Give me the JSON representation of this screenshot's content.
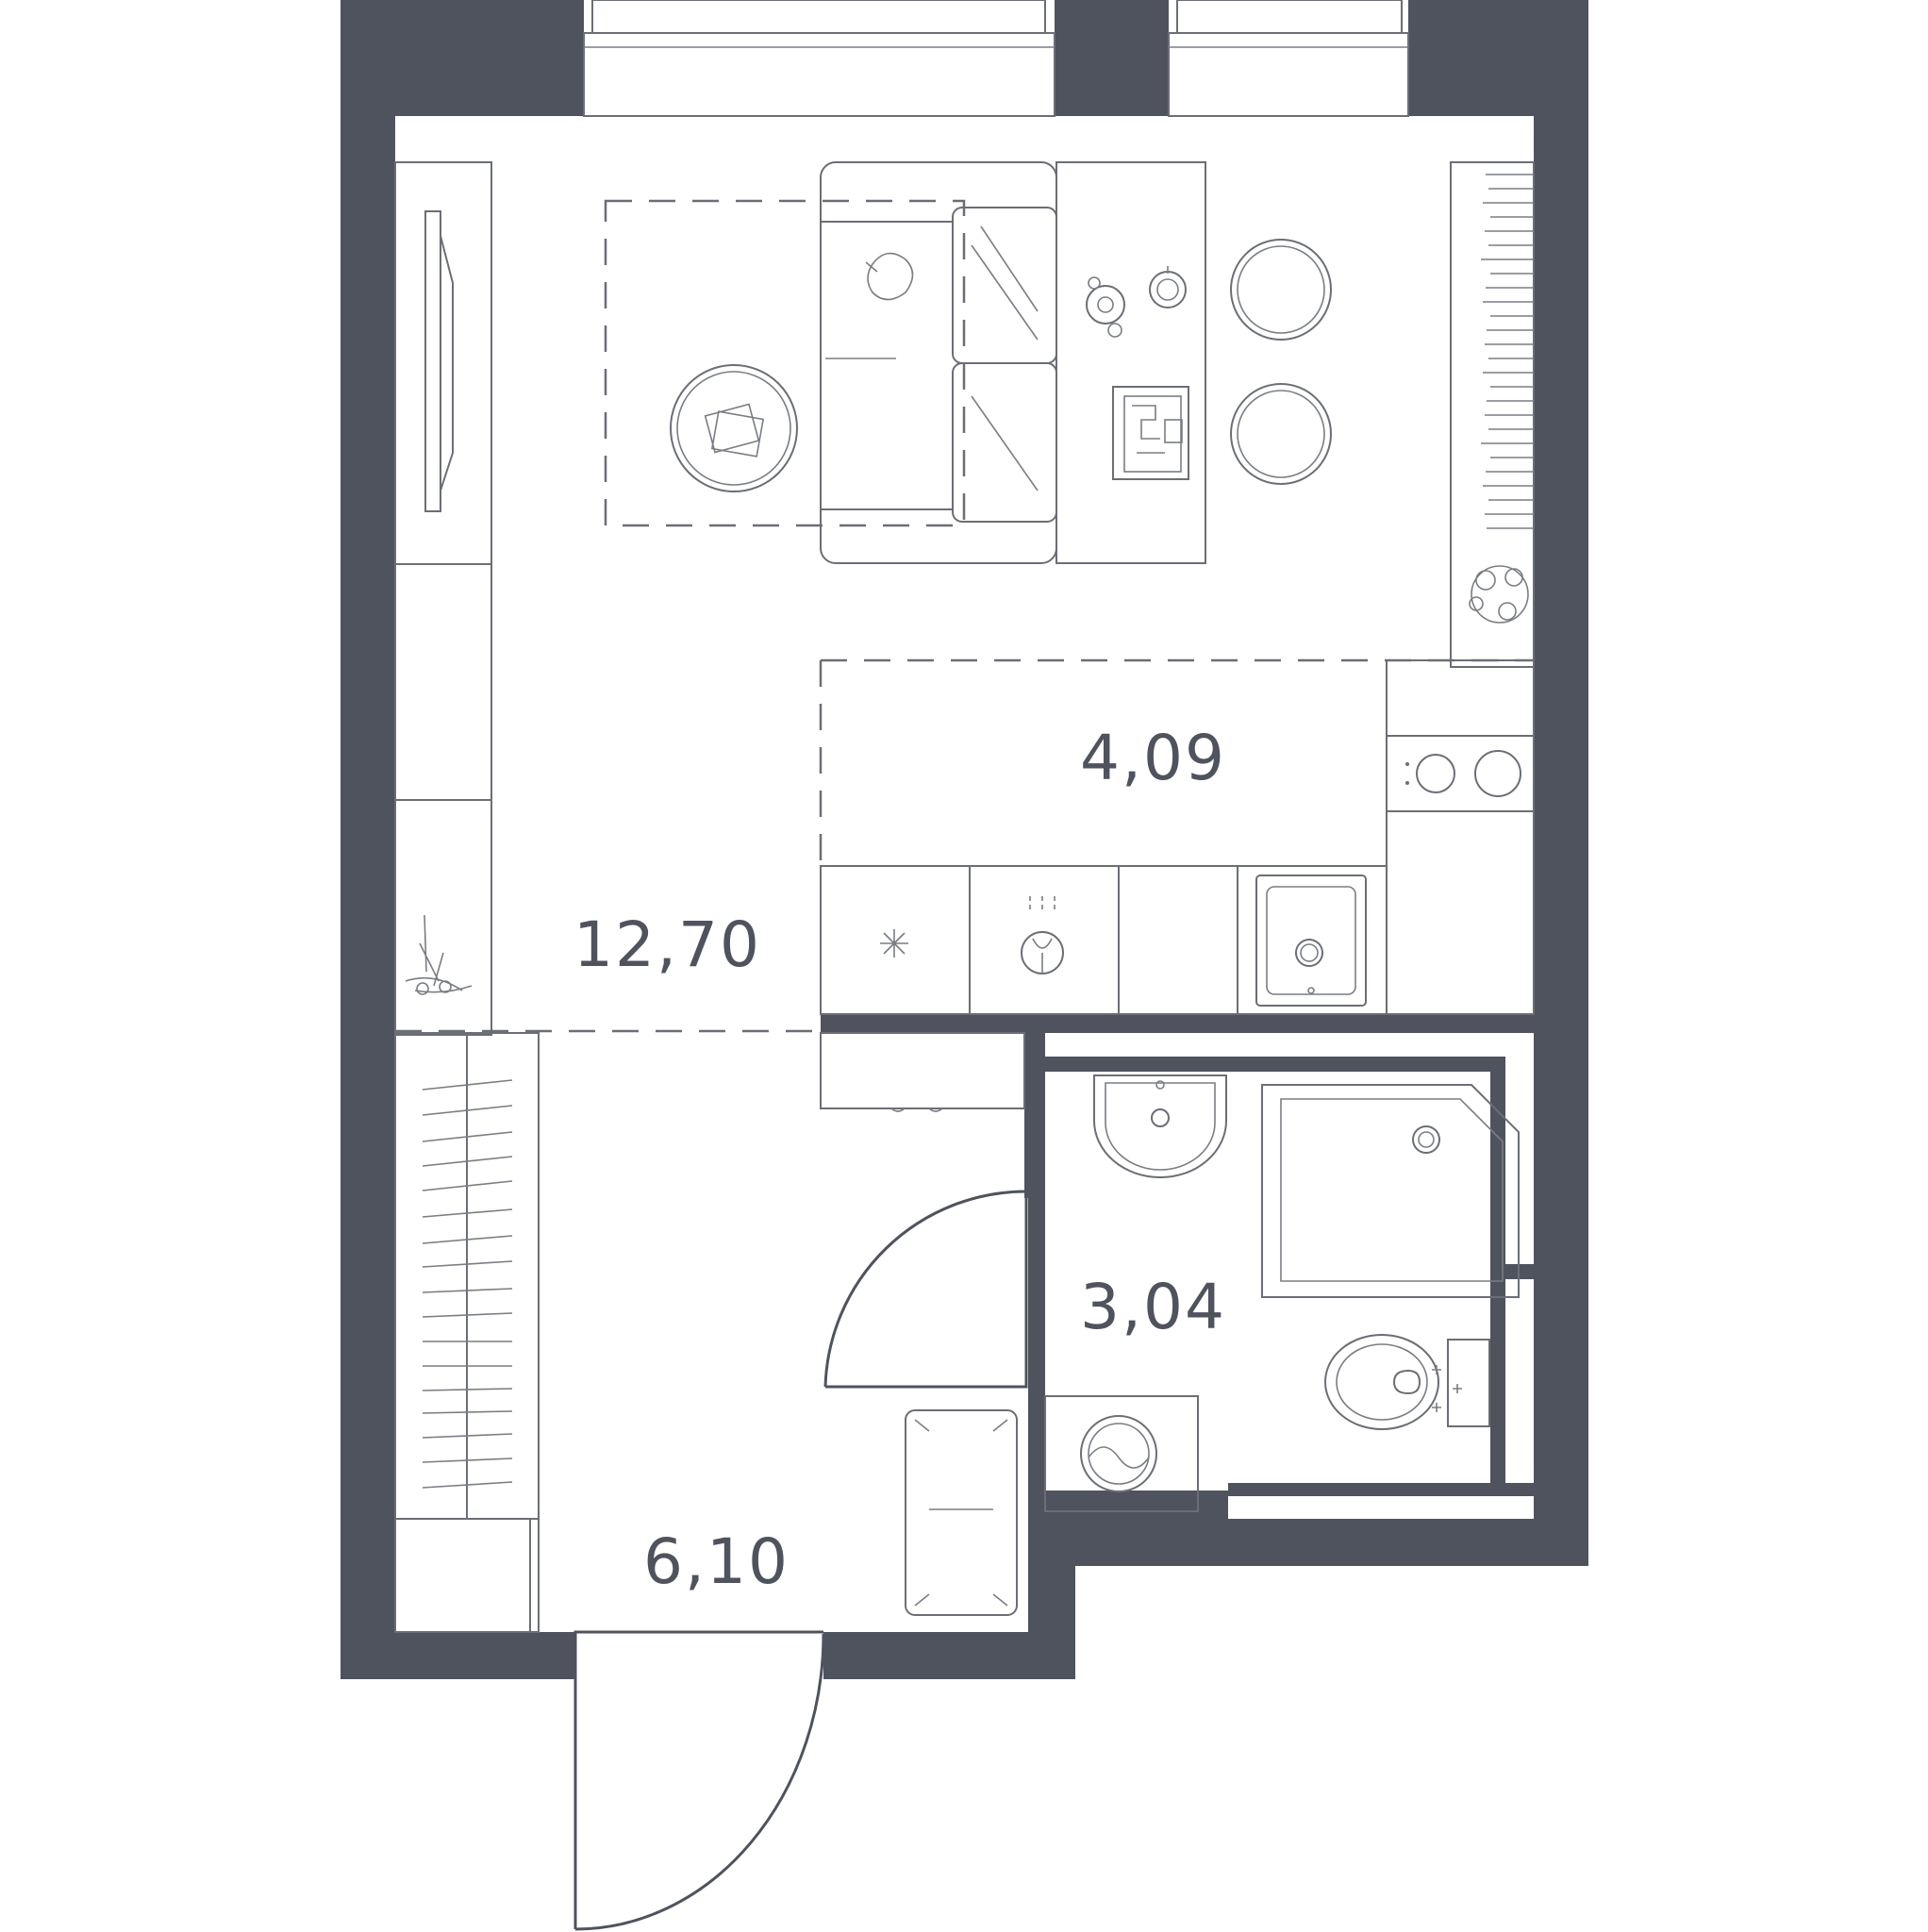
{
  "rooms": {
    "living": {
      "area": "12,70"
    },
    "kitchen": {
      "area": "4,09"
    },
    "bathroom": {
      "area": "3,04"
    },
    "hallway": {
      "area": "6,10"
    }
  },
  "colors": {
    "wall": "#4f535e",
    "line": "#6b6e76",
    "background": "#ffffff"
  }
}
